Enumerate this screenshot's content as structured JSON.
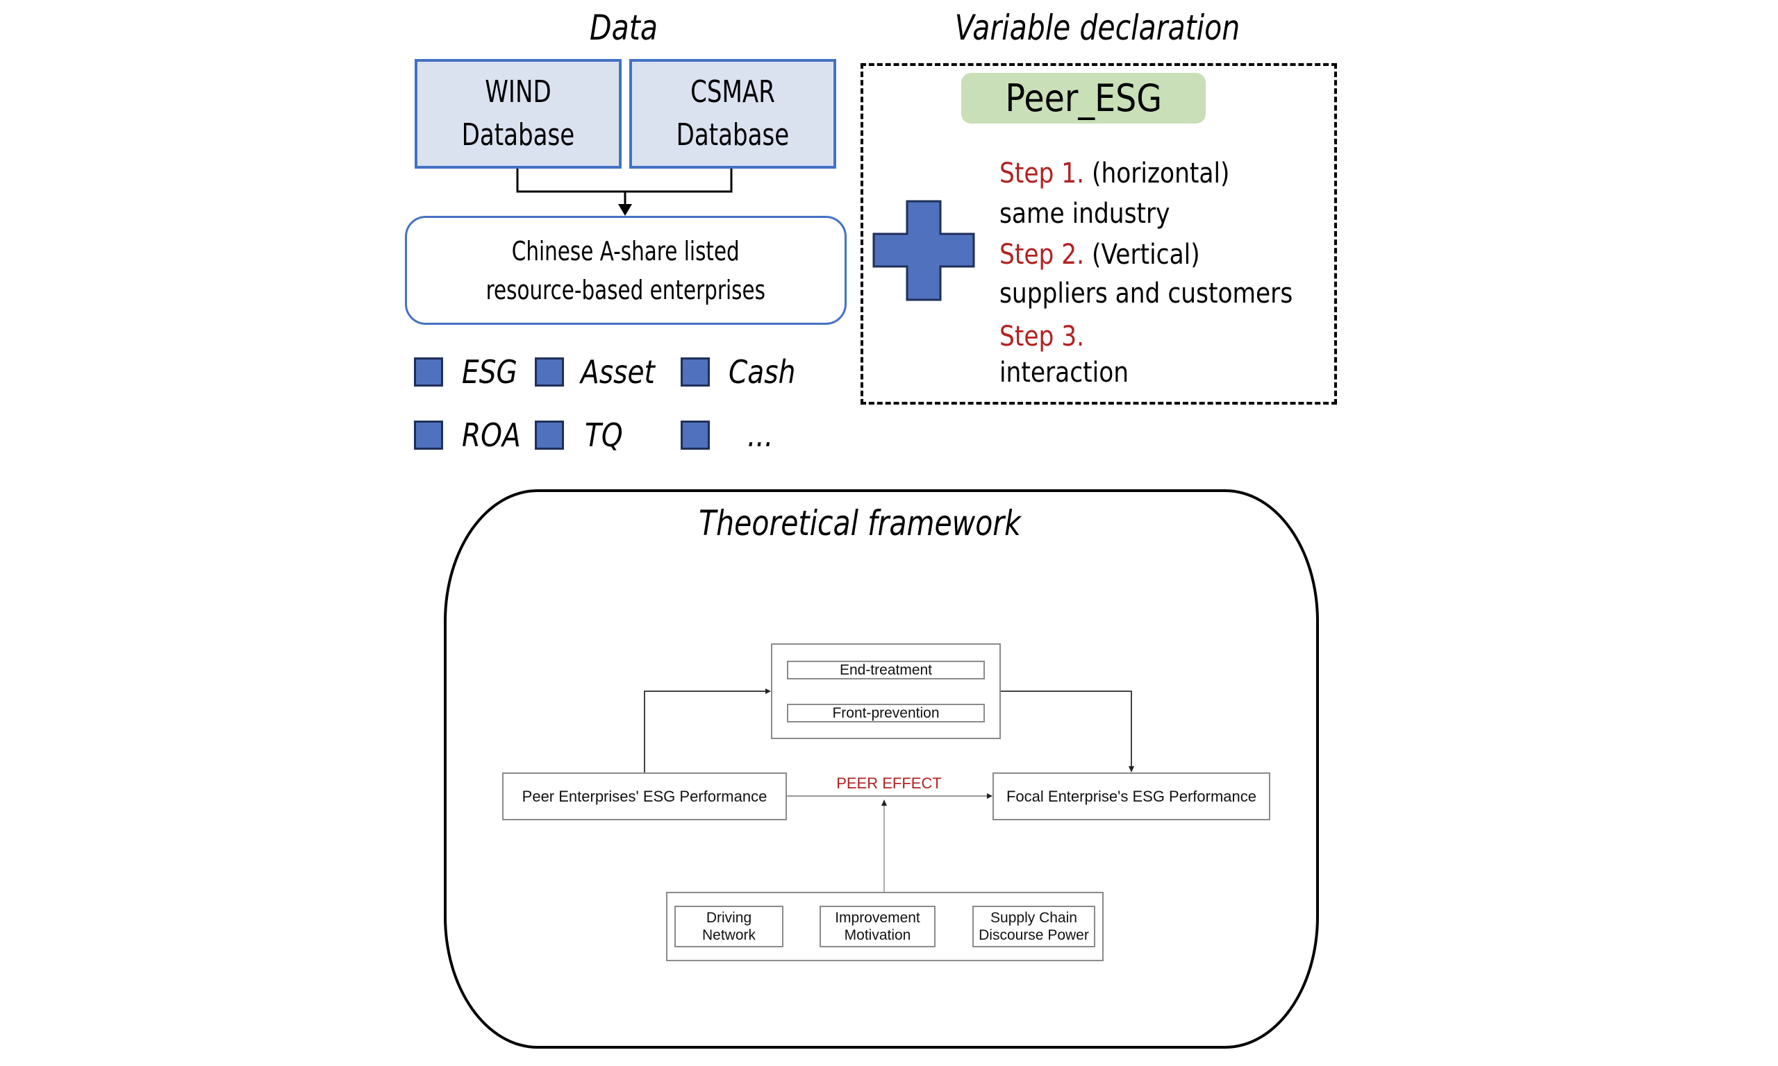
{
  "data_section": {
    "title": "Data",
    "sources": [
      {
        "line1": "WIND",
        "line2": "Database"
      },
      {
        "line1": "CSMAR",
        "line2": "Database"
      }
    ],
    "population": {
      "line1": "Chinese A-share listed",
      "line2": "resource-based enterprises"
    },
    "variables": [
      "ESG",
      "Asset",
      "Cash",
      "ROA",
      "TQ",
      "..."
    ]
  },
  "variable_section": {
    "title": "Variable declaration",
    "variable_name": "Peer_ESG",
    "steps": [
      {
        "label": "Step 1.",
        "qualifier": "(horizontal)",
        "description": "same industry"
      },
      {
        "label": "Step 2.",
        "qualifier": "(Vertical)",
        "description": "suppliers and customers"
      },
      {
        "label": "Step 3.",
        "qualifier": "",
        "description": "interaction"
      }
    ]
  },
  "framework_section": {
    "title": "Theoretical framework",
    "mechanisms": [
      "End-treatment",
      "Front-prevention"
    ],
    "source_node": "Peer Enterprises' ESG Performance",
    "target_node": "Focal Enterprise's ESG Performance",
    "edge_label": "PEER EFFECT",
    "moderators": [
      {
        "line1": "Driving",
        "line2": "Network"
      },
      {
        "line1": "Improvement",
        "line2": "Motivation"
      },
      {
        "line1": "Supply Chain",
        "line2": "Discourse Power"
      }
    ]
  },
  "colors": {
    "database_fill": "#dae2f0",
    "accent_blue": "#4472c4",
    "square_fill": "#4f71be",
    "variable_fill": "#c9dfb8",
    "step_label": "#b22222",
    "peer_effect": "#b22222"
  }
}
